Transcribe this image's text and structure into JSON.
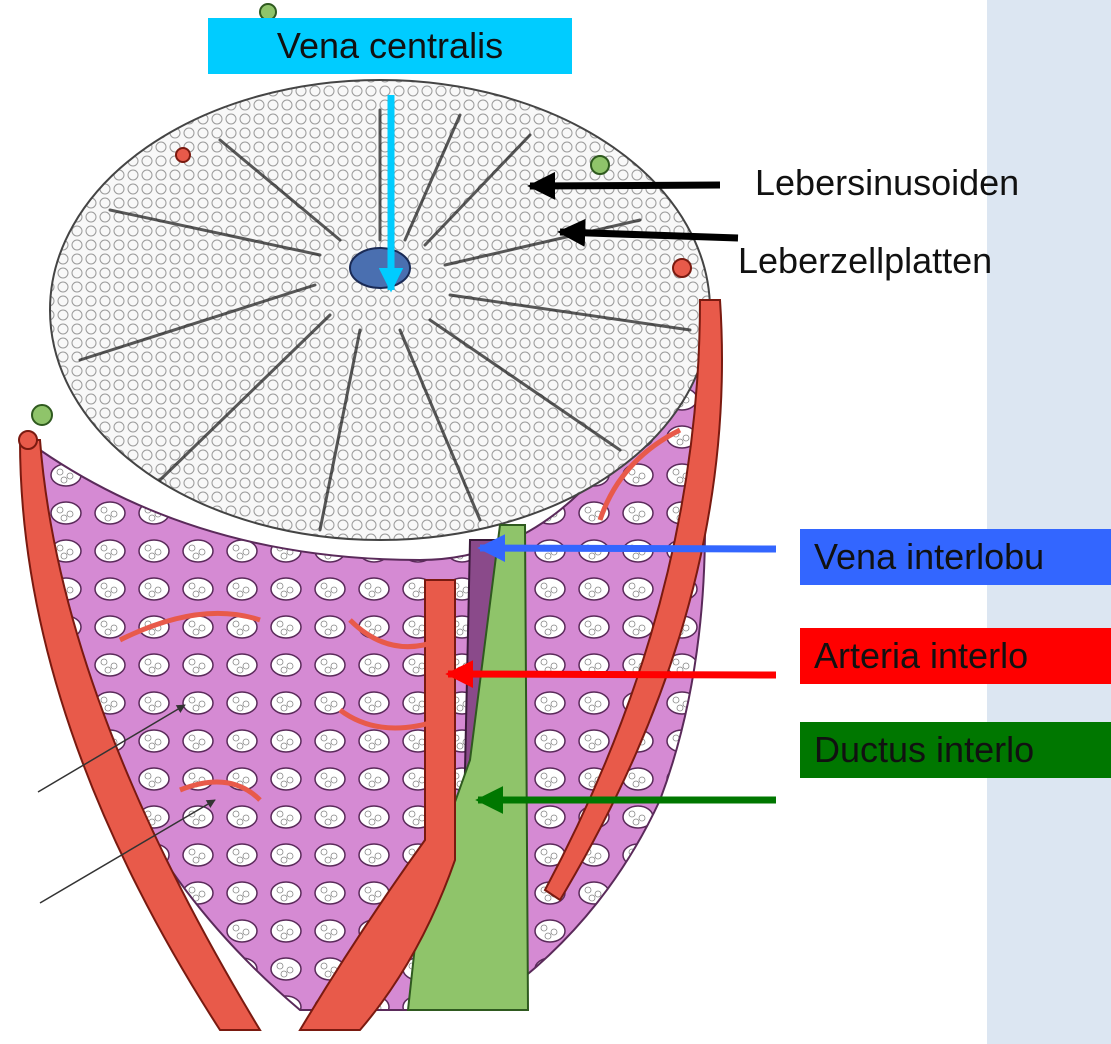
{
  "colors": {
    "vena_centralis": "#00ccff",
    "vena_interlobularis": "#3366ff",
    "arteria_interlobularis": "#ff0000",
    "ductus_interlobularis": "#007700",
    "panel": "#dce6f2",
    "parenchyma": "#f6f6f6",
    "connective_tissue": "#d68ad6",
    "artery_tissue": "#e85a4a",
    "bile_duct_tissue": "#8fc46a",
    "central_vein_tissue": "#4a6fb0"
  },
  "labels": {
    "vena_centralis": "Vena centralis",
    "lebersinusoiden": "Lebersinusoiden",
    "leberzellplatten": "Leberzellplatten",
    "vena_interlobularis": "Vena interlobu",
    "arteria_interlobularis": "Arteria interlo",
    "ductus_interlobularis": "Ductus interlo"
  }
}
